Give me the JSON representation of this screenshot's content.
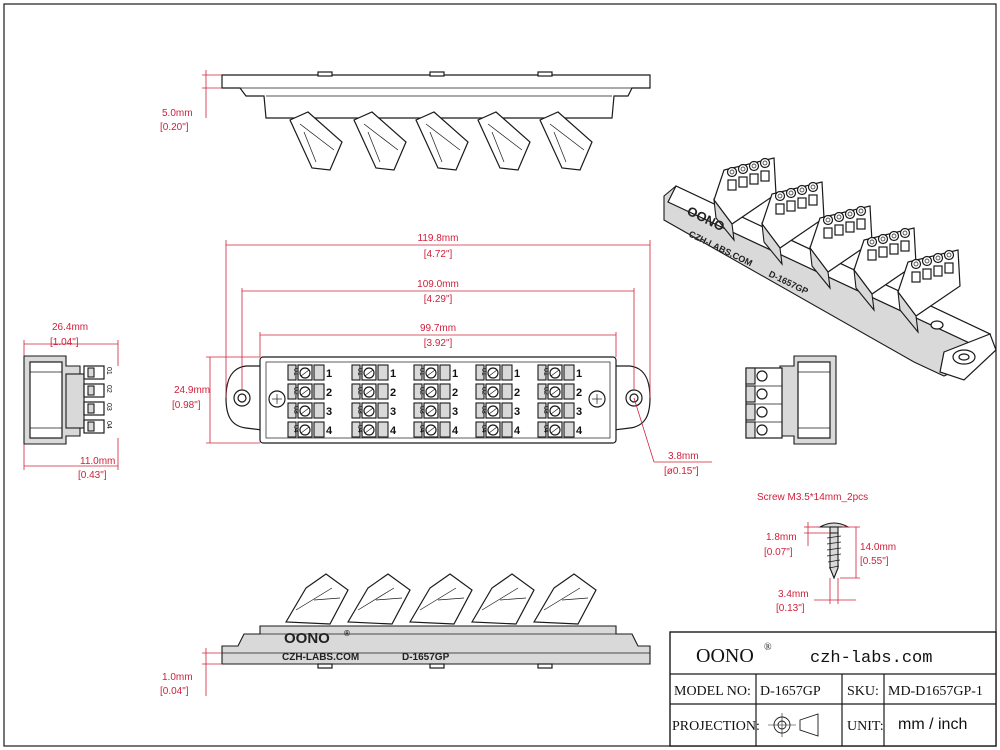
{
  "dimensions": {
    "top_height": {
      "mm": "5.0mm",
      "in": "[0.20\"]"
    },
    "overall_length": {
      "mm": "119.8mm",
      "in": "[4.72\"]"
    },
    "hole_pitch": {
      "mm": "109.0mm",
      "in": "[4.29\"]"
    },
    "body_length": {
      "mm": "99.7mm",
      "in": "[3.92\"]"
    },
    "side_depth": {
      "mm": "26.4mm",
      "in": "[1.04\"]"
    },
    "side_height": {
      "mm": "11.0mm",
      "in": "[0.43\"]"
    },
    "body_width": {
      "mm": "24.9mm",
      "in": "[0.98\"]"
    },
    "hole_dia": {
      "mm": "3.8mm",
      "in": "[ø0.15\"]"
    },
    "base_height": {
      "mm": "1.0mm",
      "in": "[0.04\"]"
    }
  },
  "screw": {
    "title": "Screw M3.5*14mm_2pcs",
    "head": {
      "mm": "1.8mm",
      "in": "[0.07\"]"
    },
    "length": {
      "mm": "14.0mm",
      "in": "[0.55\"]"
    },
    "dia": {
      "mm": "3.4mm",
      "in": "[0.13\"]"
    }
  },
  "terminal_labels": [
    "1",
    "2",
    "3",
    "4"
  ],
  "terminal_codes": [
    "01",
    "02",
    "03",
    "04"
  ],
  "product_marks": {
    "brand": "OONO",
    "registered": "®",
    "url": "CZH-LABS.COM",
    "model": "D-1657GP"
  },
  "title_block": {
    "brand": "OONO",
    "registered": "®",
    "website": "czh-labs.com",
    "model_label": "MODEL NO:",
    "model_value": "D-1657GP",
    "sku_label": "SKU:",
    "sku_value": "MD-D1657GP-1",
    "projection_label": "PROJECTION:",
    "unit_label": "UNIT:",
    "unit_value": "mm / inch"
  },
  "colors": {
    "dimension": "#d0203a",
    "line": "#1a1a1a",
    "fill": "#d9d9d9"
  }
}
